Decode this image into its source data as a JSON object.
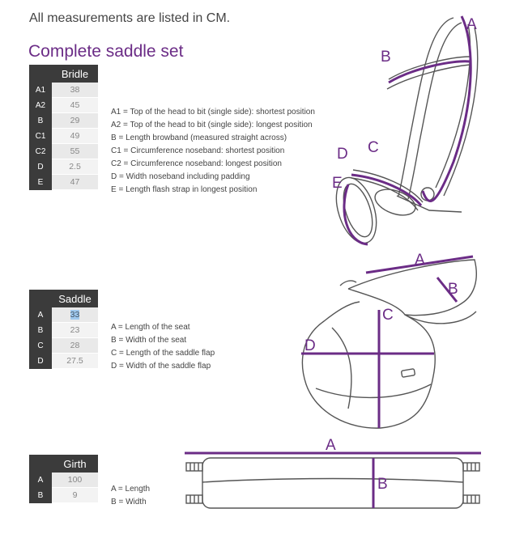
{
  "header": {
    "note": "All measurements are listed in CM.",
    "title": "Complete saddle set"
  },
  "bridle": {
    "heading": "Bridle",
    "rows": [
      {
        "key": "A1",
        "value": "38"
      },
      {
        "key": "A2",
        "value": "45"
      },
      {
        "key": "B",
        "value": "29"
      },
      {
        "key": "C1",
        "value": "49"
      },
      {
        "key": "C2",
        "value": "55"
      },
      {
        "key": "D",
        "value": "2.5"
      },
      {
        "key": "E",
        "value": "47"
      }
    ],
    "legend": [
      "A1 = Top of the head to bit (single side): shortest position",
      "A2 = Top of the head to  bit (single side): longest position",
      "B   = Length browband (measured straight across)",
      "C1  = Circumference noseband: shortest position",
      "C2 = Circumference noseband: longest position",
      "D   = Width noseband including padding",
      "E   = Length flash strap in longest position"
    ],
    "labels": {
      "a": "A",
      "b": "B",
      "c": "C",
      "d": "D",
      "e": "E"
    }
  },
  "saddle": {
    "heading": "Saddle",
    "rows": [
      {
        "key": "A",
        "value": "33"
      },
      {
        "key": "B",
        "value": "23"
      },
      {
        "key": "C",
        "value": "28"
      },
      {
        "key": "D",
        "value": "27.5"
      }
    ],
    "legend": [
      "A = Length of the seat",
      "B = Width of the seat",
      "C = Length of the saddle flap",
      "D = Width of the saddle flap"
    ],
    "labels": {
      "a": "A",
      "b": "B",
      "c": "C",
      "d": "D"
    }
  },
  "girth": {
    "heading": "Girth",
    "rows": [
      {
        "key": "A",
        "value": "100"
      },
      {
        "key": "B",
        "value": "9"
      }
    ],
    "legend": [
      "A = Length",
      "B = Width"
    ],
    "labels": {
      "a": "A",
      "b": "B"
    }
  },
  "colors": {
    "accent": "#6b2c86",
    "table_header": "#3b3b3b",
    "highlight": "#9fc8ee"
  }
}
